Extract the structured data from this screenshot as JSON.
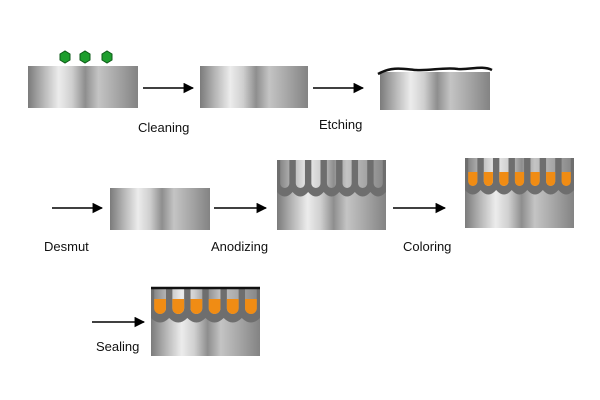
{
  "steps": [
    {
      "label": "Cleaning"
    },
    {
      "label": "Etching"
    },
    {
      "label": "Desmut"
    },
    {
      "label": "Anodizing"
    },
    {
      "label": "Coloring"
    },
    {
      "label": "Sealing"
    }
  ],
  "colors": {
    "metal_light": "#f1f1f1",
    "metal_dark": "#7f7f7f",
    "oxide": "#6e6e6e",
    "dye": "#f08c14",
    "contaminant": "#1e9e2e",
    "outline": "#111111",
    "arrow": "#000000"
  }
}
